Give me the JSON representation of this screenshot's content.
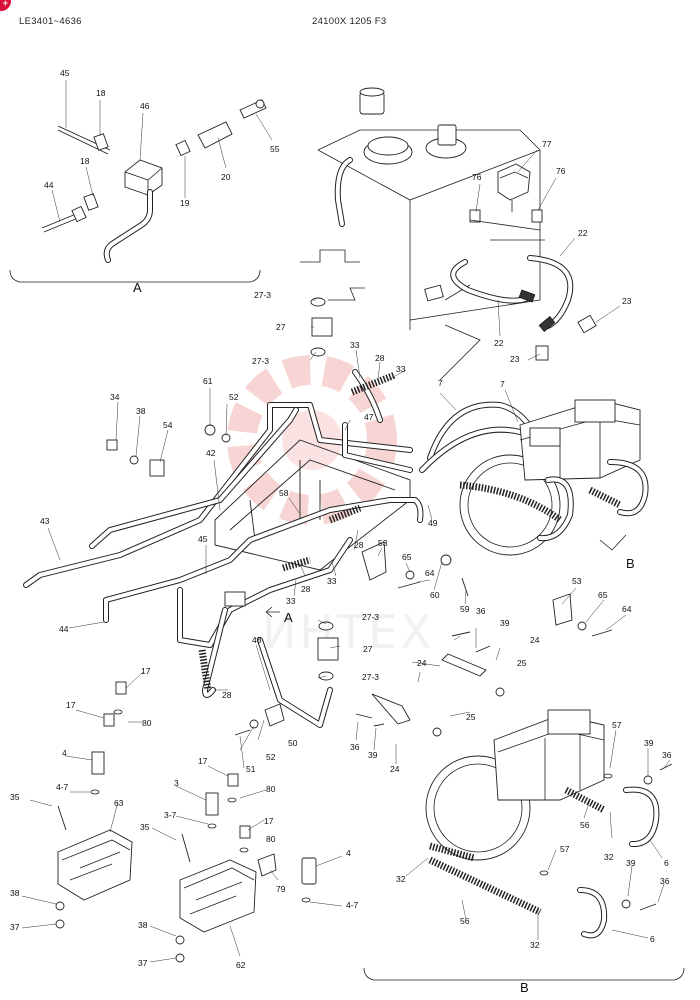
{
  "header": {
    "code_left": "LE3401~4636",
    "code_center": "24100X 1205 F3",
    "badge_glyph": "+"
  },
  "watermark": {
    "text": "ИНТЕХ",
    "color": "#f5c6c6"
  },
  "views": {
    "a_inset": "A",
    "a_arrow": "A",
    "b_arrow": "B",
    "b_inset": "B"
  },
  "callouts": {
    "c45_inset": "45",
    "c18_top": "18",
    "c46": "46",
    "c55": "55",
    "c18_left": "18",
    "c19": "19",
    "c20": "20",
    "c44_inset": "44",
    "c77": "77",
    "c76_l": "76",
    "c76_r": "76",
    "c22_a": "22",
    "c22_b": "22",
    "c23_a": "23",
    "c23_b": "23",
    "c27_3a": "27-3",
    "c27_a": "27",
    "c27_3b": "27-3",
    "c33_a": "33",
    "c28_a": "28",
    "c33_b": "33",
    "c7_a": "7",
    "c7_b": "7",
    "c61": "61",
    "c52_a": "52",
    "c34": "34",
    "c38_a": "38",
    "c54": "54",
    "c42": "42",
    "c47": "47",
    "c58": "58",
    "c49": "49",
    "c28_b": "28",
    "c53_a": "53",
    "c65_a": "65",
    "c64_a": "64",
    "c60": "60",
    "c59": "59",
    "c43": "43",
    "c45_main": "45",
    "c33_c": "33",
    "c28_c": "28",
    "c33_d": "33",
    "c53_b": "53",
    "c65_b": "65",
    "c64_b": "64",
    "c44_main": "44",
    "c27_3c": "27-3",
    "c27_b": "27",
    "c27_3d": "27-3",
    "c36_a": "36",
    "c39_a": "39",
    "c24_a": "24",
    "c25_a": "25",
    "c24_b": "24",
    "c17_a": "17",
    "c17_b": "17",
    "c80_a": "80",
    "c48": "48",
    "c28_d": "28",
    "c50": "50",
    "c52_b": "52",
    "c51": "51",
    "c36_b": "36",
    "c39_b": "39",
    "c24_c": "24",
    "c25_b": "25",
    "c4_a": "4",
    "c4_7a": "4-7",
    "c35_a": "35",
    "c63": "63",
    "c38_b": "38",
    "c37_a": "37",
    "c3": "3",
    "c3_7": "3-7",
    "c17_c": "17",
    "c80_b": "80",
    "c17_d": "17",
    "c80_c": "80",
    "c35_b": "35",
    "c79": "79",
    "c4_b": "4",
    "c4_7b": "4-7",
    "c38_c": "38",
    "c37_b": "37",
    "c62": "62",
    "c57_a": "57",
    "c39_c": "39",
    "c36_c": "36",
    "c56_a": "56",
    "c32_a": "32",
    "c6_a": "6",
    "c57_b": "57",
    "c32_b": "32",
    "c56_b": "56",
    "c32_c": "32",
    "c39_d": "39",
    "c36_d": "36",
    "c6_b": "6"
  }
}
